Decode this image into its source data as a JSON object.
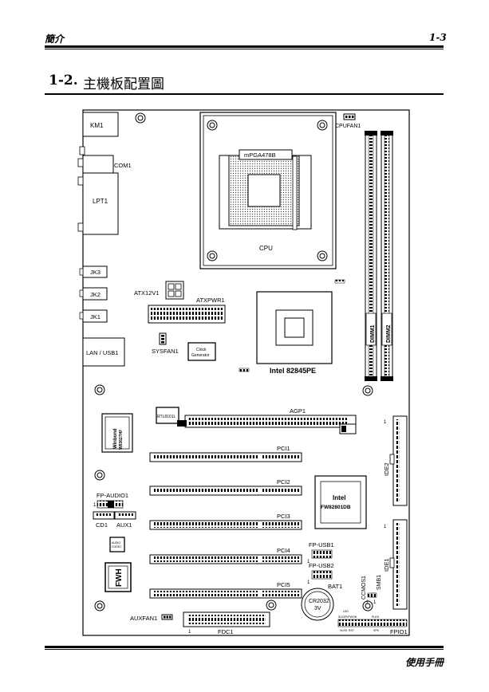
{
  "header": {
    "left": "簡介",
    "right": "1-3"
  },
  "section": {
    "number": "1-2.",
    "title": "主機板配置圖"
  },
  "footer": {
    "text": "使用手冊"
  },
  "board": {
    "labels": {
      "km1": "KM1",
      "com1": "COM1",
      "lpt1": "LPT1",
      "jk3": "JK3",
      "jk2": "JK2",
      "jk1": "JK1",
      "lan": "LAN / USB1",
      "cpu_socket": "mPGA478B",
      "cpu": "CPU",
      "cpufan": "CPUFAN1",
      "atx12v": "ATX12V1",
      "atxpwr": "ATXPWR1",
      "sysfan": "SYSFAN1",
      "clock1": "Clock",
      "clock2": "Generator",
      "nb": "Intel 82845PE",
      "dimm1": "DIMM1",
      "dimm2": "DIMM2",
      "rtl": "RTL8101L",
      "agp": "AGP1",
      "winbond1": "Winbond",
      "winbond2": "W83627HF",
      "pci1": "PCI1",
      "pci2": "PCI2",
      "pci3": "PCI3",
      "pci4": "PCI4",
      "pci5": "PCI5",
      "sb1": "Intel",
      "sb2": "FW82801DB",
      "fpaudio": "FP-AUDIO1",
      "cd1": "CD1",
      "aux1": "AUX1",
      "audio1": "AUDIO",
      "audio2": "CODEC",
      "fwh": "FWH",
      "auxfan": "AUXFAN1",
      "fdc": "FDC1",
      "fdc_pin": "1",
      "fpusb1": "FP-USB1",
      "fpusb2": "FP-USB2",
      "bat": "BAT1",
      "cr1": "CR2032",
      "cr2": "3V",
      "ccmos": "CCMOS1",
      "smb": "SMB1",
      "ide1": "IDE1",
      "ide2": "IDE2",
      "fpio": "FPIO1",
      "pin1": "1",
      "pin1b": "1",
      "pin1c": "1",
      "pin1d": "1",
      "pin1e": "1",
      "pin1f": "1",
      "pin1g": "1",
      "led": "LED",
      "hled": "HLED",
      "pled": "PLED",
      "spk": "SPK",
      "rst": "RST",
      "sleep": "SLEEP/PWON"
    }
  }
}
